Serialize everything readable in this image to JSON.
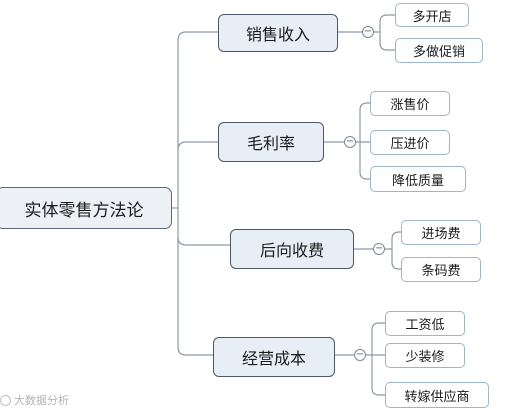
{
  "mindmap": {
    "root": "实体零售方法论",
    "branches": [
      {
        "label": "销售收入",
        "children": [
          "多开店",
          "多做促销"
        ]
      },
      {
        "label": "毛利率",
        "children": [
          "涨售价",
          "压进价",
          "降低质量"
        ]
      },
      {
        "label": "后向收费",
        "children": [
          "进场费",
          "条码费"
        ]
      },
      {
        "label": "经营成本",
        "children": [
          "工资低",
          "少装修",
          "转嫁供应商"
        ]
      }
    ],
    "collapse_symbol": "−"
  },
  "watermark": {
    "text": "大数据分析"
  },
  "colors": {
    "connector": "#8e99a6",
    "main_border": "#4a5868",
    "leaf_border": "#9eb6c8",
    "node_fill": "#e8eef5"
  }
}
